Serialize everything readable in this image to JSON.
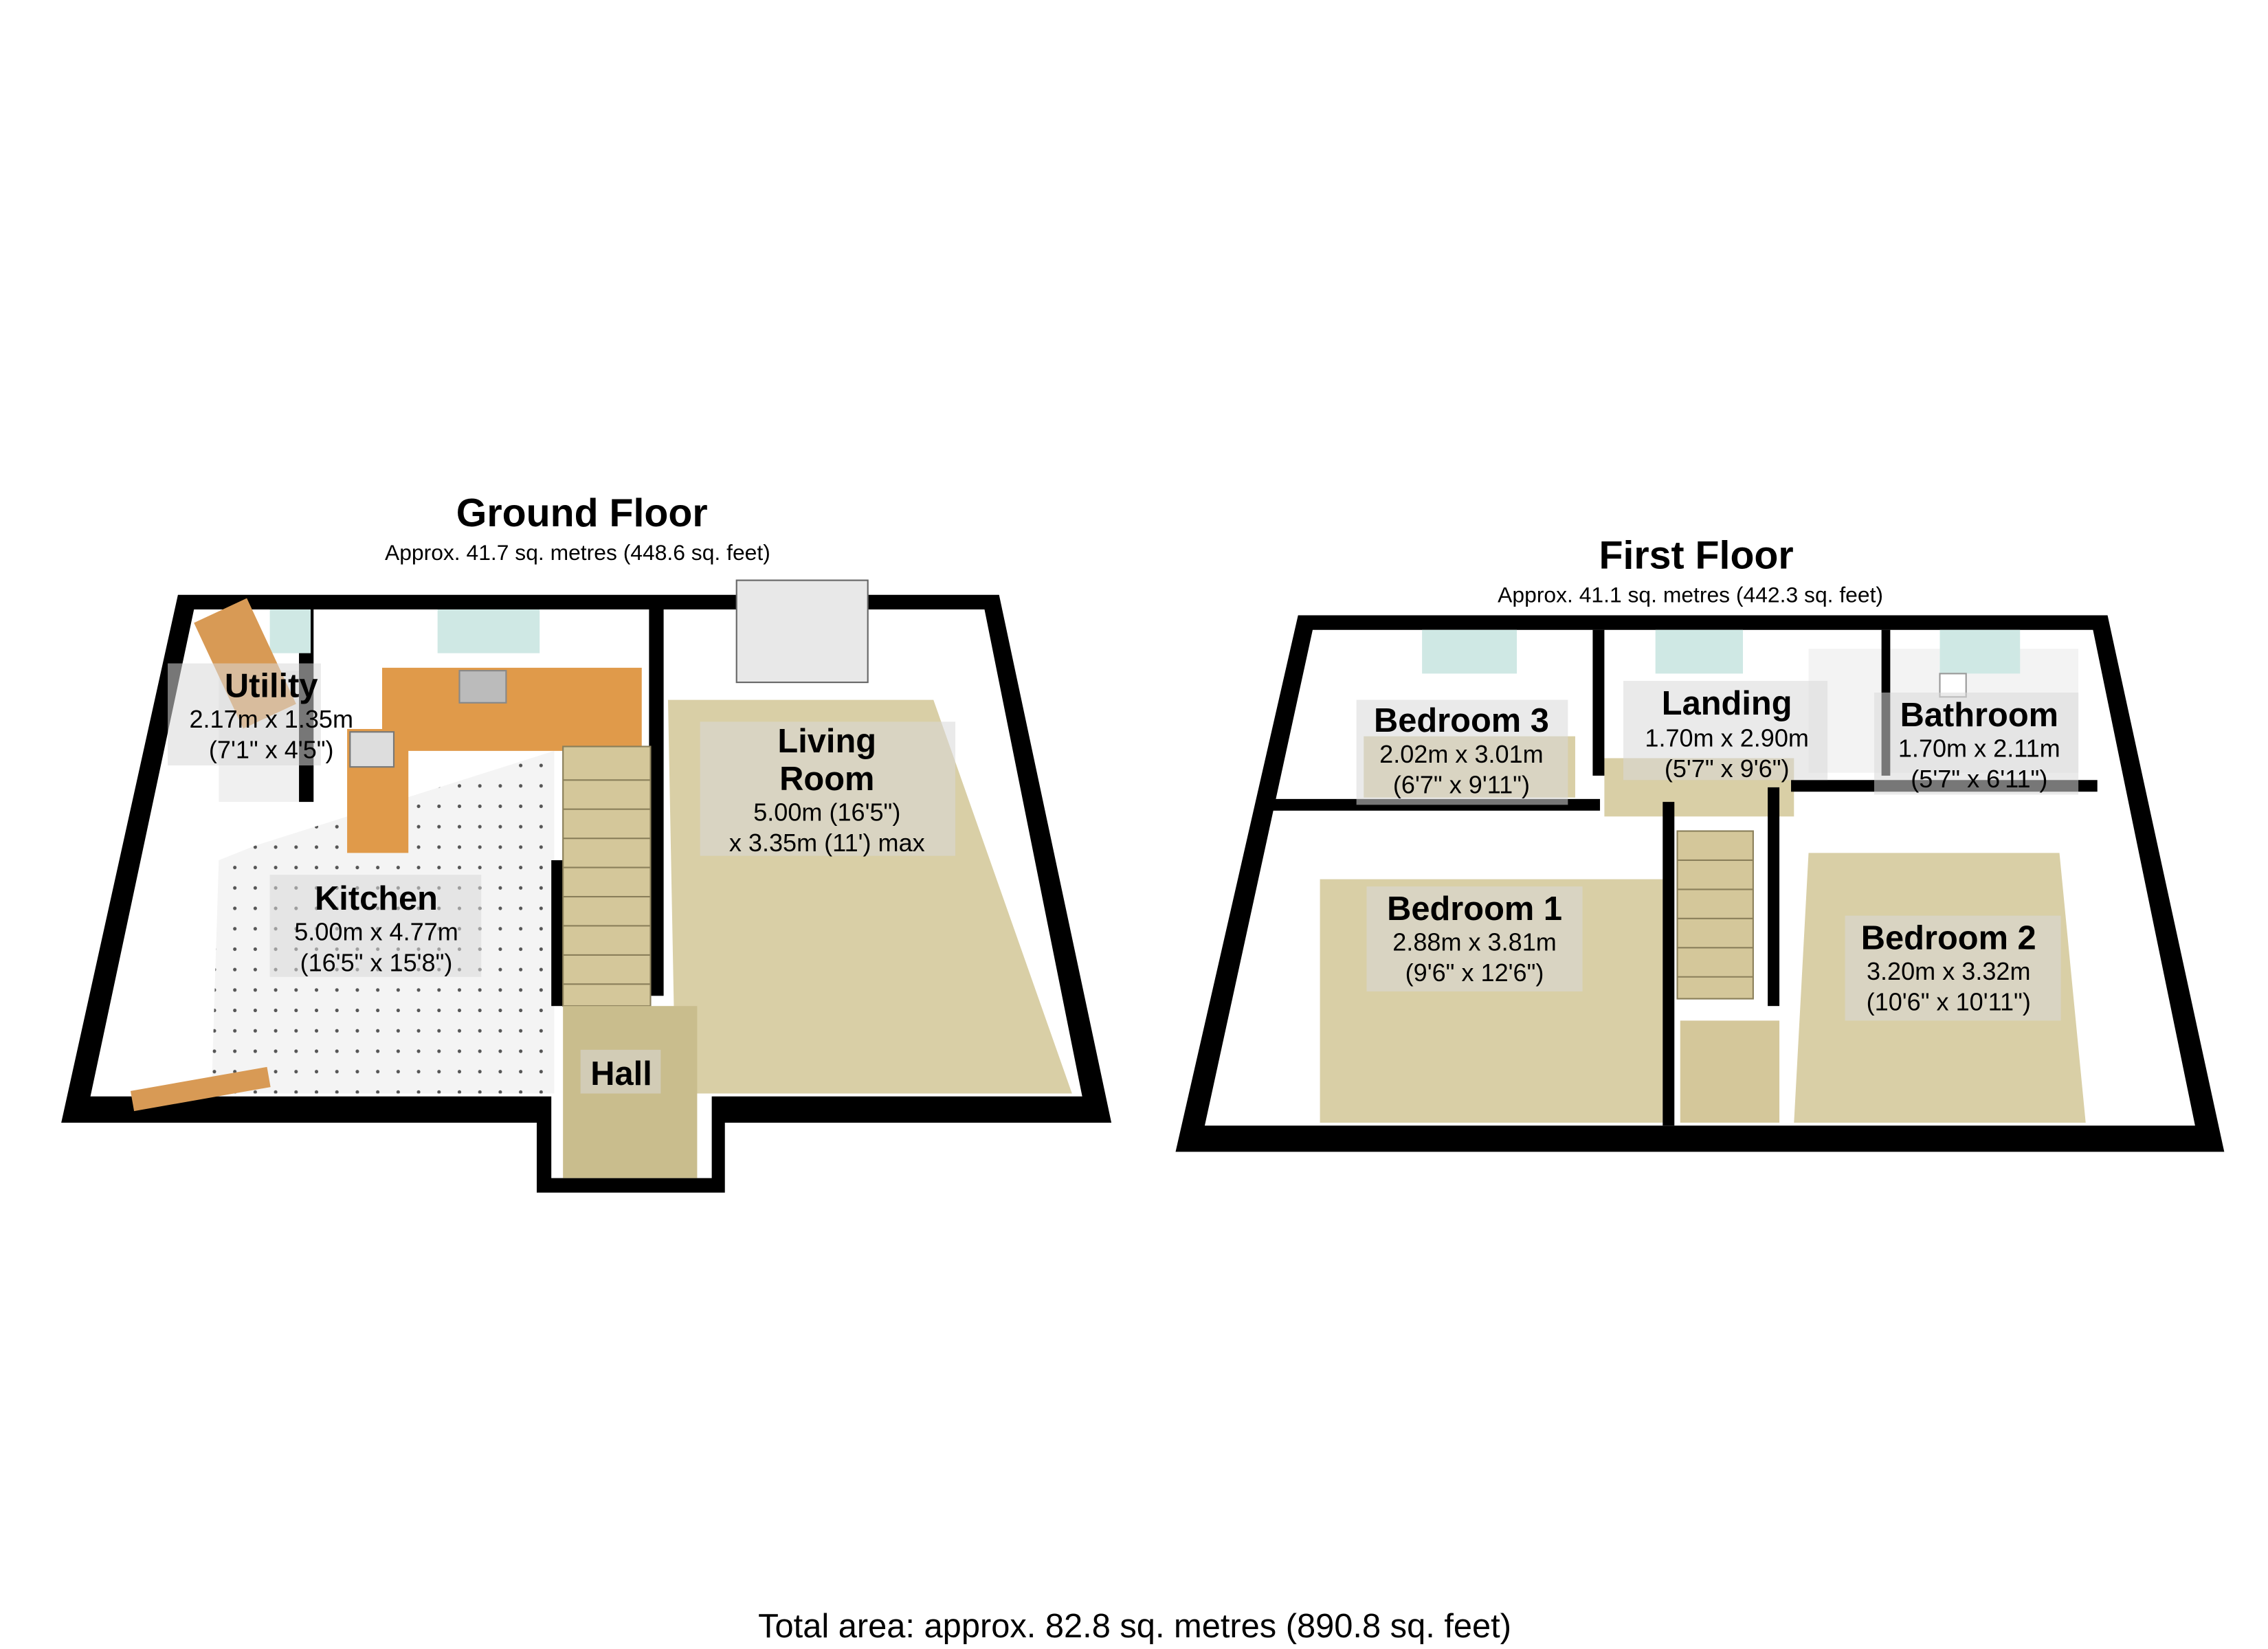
{
  "ground_floor": {
    "title": "Ground Floor",
    "area": "Approx. 41.7 sq. metres (448.6 sq. feet)",
    "rooms": [
      {
        "name": "Utility",
        "metric": "2.17m x 1.35m",
        "imperial": "(7'1\" x 4'5\")"
      },
      {
        "name": "Kitchen",
        "metric": "5.00m x 4.77m",
        "imperial": "(16'5\" x 15'8\")"
      },
      {
        "name_line1": "Living",
        "name_line2": "Room",
        "metric": "5.00m (16'5\")",
        "imperial": "x 3.35m (11') max"
      },
      {
        "name": "Hall"
      }
    ]
  },
  "first_floor": {
    "title": "First Floor",
    "area": "Approx. 41.1 sq. metres (442.3 sq. feet)",
    "rooms": [
      {
        "name": "Bedroom 3",
        "metric": "2.02m x 3.01m",
        "imperial": "(6'7\" x 9'11\")"
      },
      {
        "name": "Landing",
        "metric": "1.70m x 2.90m",
        "imperial": "(5'7\" x 9'6\")"
      },
      {
        "name": "Bathroom",
        "metric": "1.70m x 2.11m",
        "imperial": "(5'7\" x 6'11\")"
      },
      {
        "name": "Bedroom 1",
        "metric": "2.88m x 3.81m",
        "imperial": "(9'6\" x 12'6\")"
      },
      {
        "name": "Bedroom 2",
        "metric": "3.20m x 3.32m",
        "imperial": "(10'6\" x 10'11\")"
      }
    ]
  },
  "total_area": "Total area: approx. 82.8 sq. metres (890.8 sq. feet)",
  "colors": {
    "wall": "#000000",
    "carpet": "#d9cfa6",
    "worktop": "#e09a4a",
    "tile": "#f4f4f4",
    "window": "#cfe8e4"
  }
}
